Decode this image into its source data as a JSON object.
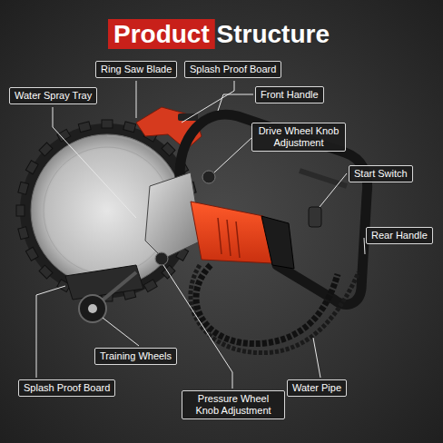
{
  "diagram": {
    "title": "Product Structure",
    "labels": [
      "Ring Saw Blade",
      "Splash Proof Board",
      "Water Spray Tray",
      "Front Handle",
      "Drive Wheel Knob Adjustment",
      "Start Switch",
      "Rear Handle",
      "Training Wheels",
      "Splash Proof Board",
      "Pressure Wheel Knob Adjustment",
      "Water Pipe"
    ]
  }
}
